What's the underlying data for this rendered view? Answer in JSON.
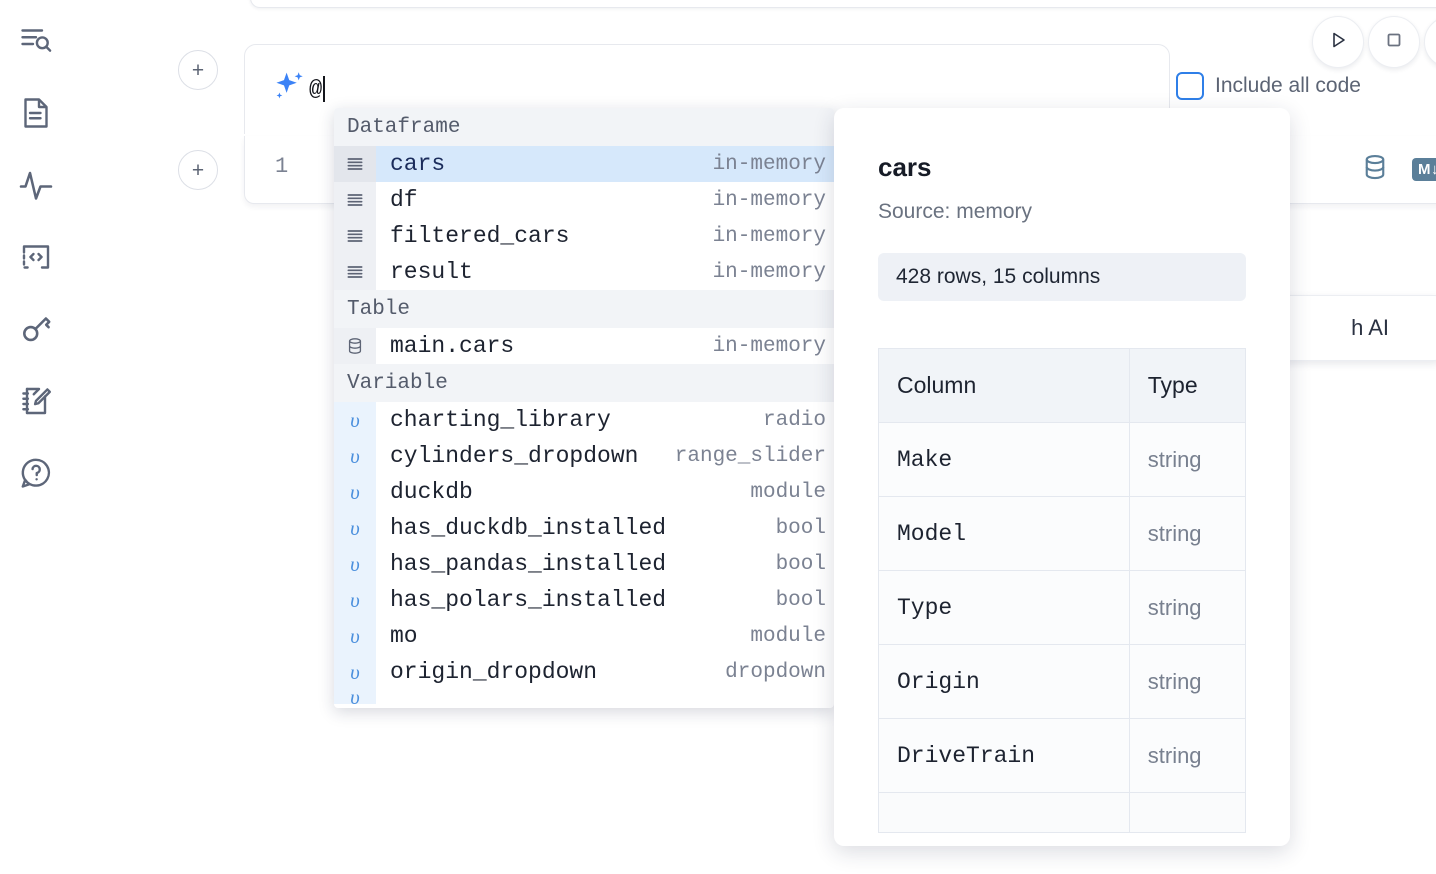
{
  "sidebar": {
    "items": [
      {
        "name": "explore-icon",
        "label": "Explore"
      },
      {
        "name": "notebook-icon",
        "label": "Notebook"
      },
      {
        "name": "activity-icon",
        "label": "Activity"
      },
      {
        "name": "code-icon",
        "label": "Snippets"
      },
      {
        "name": "key-icon",
        "label": "Secrets"
      },
      {
        "name": "scratchpad-icon",
        "label": "Scratchpad"
      },
      {
        "name": "help-icon",
        "label": "Help"
      }
    ]
  },
  "toolbar": {
    "run_label": "Run",
    "stop_label": "Stop",
    "more_label": "More",
    "include_all_code_label": "Include all code",
    "include_all_code_checked": false,
    "accent_color": "#2f7fe8"
  },
  "prompt": {
    "value": "@",
    "icon": "sparkle-icon",
    "icon_color": "#3b82f6"
  },
  "cell": {
    "line_number": "1",
    "database_icon": "database-icon",
    "markdown_badge": "M↓"
  },
  "ai_chip": {
    "label": "h AI"
  },
  "autocomplete": {
    "groups": [
      {
        "title": "Dataframe",
        "items": [
          {
            "icon": "dataframe-icon",
            "label": "cars",
            "meta": "in-memory",
            "selected": true,
            "kind": "dataframe"
          },
          {
            "icon": "dataframe-icon",
            "label": "df",
            "meta": "in-memory",
            "selected": false,
            "kind": "dataframe"
          },
          {
            "icon": "dataframe-icon",
            "label": "filtered_cars",
            "meta": "in-memory",
            "selected": false,
            "kind": "dataframe"
          },
          {
            "icon": "dataframe-icon",
            "label": "result",
            "meta": "in-memory",
            "selected": false,
            "kind": "dataframe"
          }
        ]
      },
      {
        "title": "Table",
        "items": [
          {
            "icon": "table-icon",
            "label": "main.cars",
            "meta": "in-memory",
            "selected": false,
            "kind": "table"
          }
        ]
      },
      {
        "title": "Variable",
        "items": [
          {
            "icon": "variable-icon",
            "label": "charting_library",
            "meta": "radio",
            "selected": false,
            "kind": "variable"
          },
          {
            "icon": "variable-icon",
            "label": "cylinders_dropdown",
            "meta": "range_slider",
            "selected": false,
            "kind": "variable"
          },
          {
            "icon": "variable-icon",
            "label": "duckdb",
            "meta": "module",
            "selected": false,
            "kind": "variable"
          },
          {
            "icon": "variable-icon",
            "label": "has_duckdb_installed",
            "meta": "bool",
            "selected": false,
            "kind": "variable"
          },
          {
            "icon": "variable-icon",
            "label": "has_pandas_installed",
            "meta": "bool",
            "selected": false,
            "kind": "variable"
          },
          {
            "icon": "variable-icon",
            "label": "has_polars_installed",
            "meta": "bool",
            "selected": false,
            "kind": "variable"
          },
          {
            "icon": "variable-icon",
            "label": "mo",
            "meta": "module",
            "selected": false,
            "kind": "variable"
          },
          {
            "icon": "variable-icon",
            "label": "origin_dropdown",
            "meta": "dropdown",
            "selected": false,
            "kind": "variable"
          },
          {
            "icon": "variable-icon",
            "label": "",
            "meta": "",
            "selected": false,
            "kind": "variable",
            "clipped": true
          }
        ]
      }
    ]
  },
  "preview": {
    "title": "cars",
    "source": "Source: memory",
    "shape": "428 rows, 15 columns",
    "columns_header": "Column",
    "type_header": "Type",
    "rows": [
      {
        "column": "Make",
        "type": "string"
      },
      {
        "column": "Model",
        "type": "string"
      },
      {
        "column": "Type",
        "type": "string"
      },
      {
        "column": "Origin",
        "type": "string"
      },
      {
        "column": "DriveTrain",
        "type": "string"
      }
    ]
  }
}
